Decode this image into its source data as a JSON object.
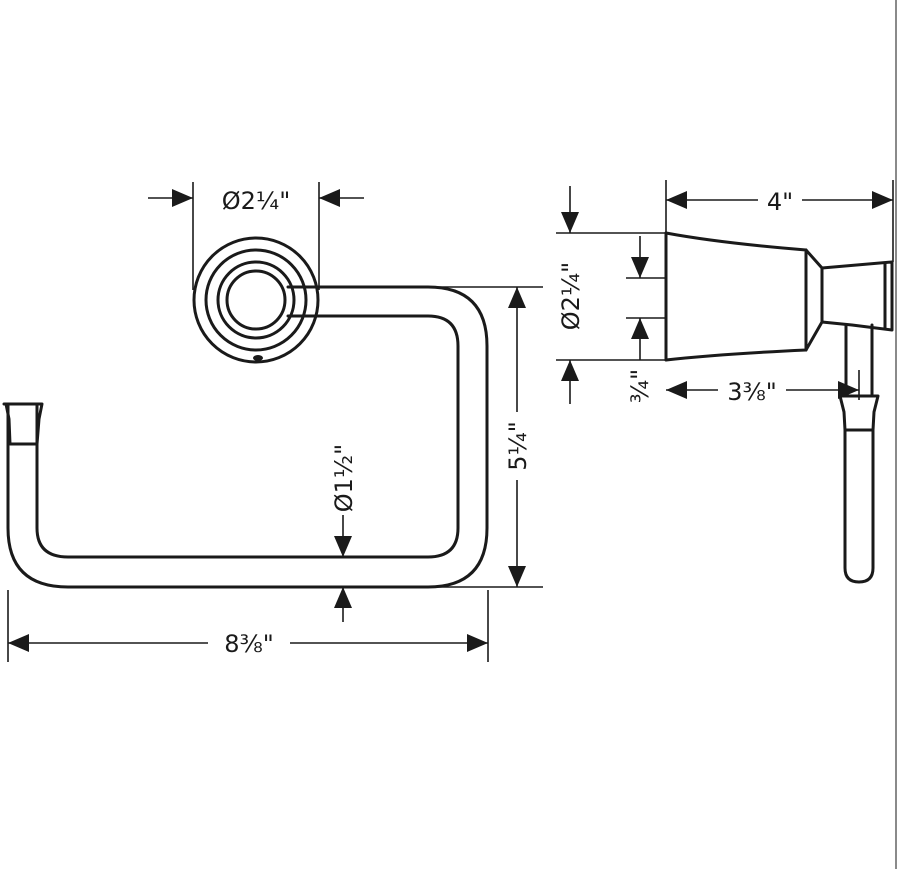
{
  "dimensions": {
    "rosette_diameter_front": "Ø2¼\"",
    "ring_height": "5¼\"",
    "bar_diameter": "Ø1½\"",
    "ring_width": "8⅜\"",
    "projection": "4\"",
    "rosette_diameter_side": "Ø2¼\"",
    "rosette_offset": "¾\"",
    "ring_offset": "3⅜\""
  }
}
